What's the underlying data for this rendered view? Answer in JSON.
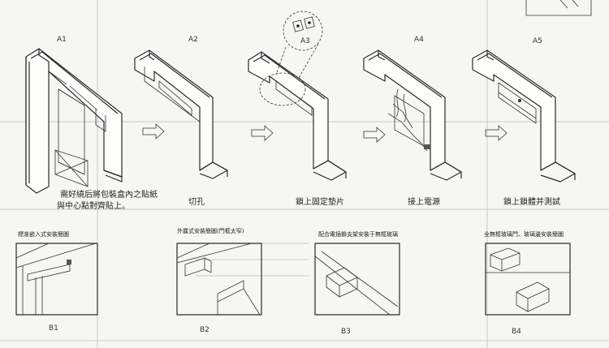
{
  "steps": [
    {
      "id": "A1",
      "caption_lines": [
        "需好繞后將包裝盒內之貼紙",
        "與中心點對齊貼上。"
      ]
    },
    {
      "id": "A2",
      "caption_lines": [
        "切孔"
      ]
    },
    {
      "id": "A3",
      "caption_lines": [
        "鎖上固定墊片"
      ]
    },
    {
      "id": "A4",
      "caption_lines": [
        "接上電源"
      ]
    },
    {
      "id": "A5",
      "caption_lines": [
        "鎖上鎖體并測試"
      ]
    }
  ],
  "variants": [
    {
      "id": "B1",
      "title": "標准嵌入式安裝簡圖"
    },
    {
      "id": "B2",
      "title": "外露式安裝簡圖(門框太窄)"
    },
    {
      "id": "B3",
      "title": "配合電插鎖支架安裝于無框玻璃"
    },
    {
      "id": "B4",
      "title": "全無框玻璃門、玻璃邊安裝簡圖"
    }
  ]
}
